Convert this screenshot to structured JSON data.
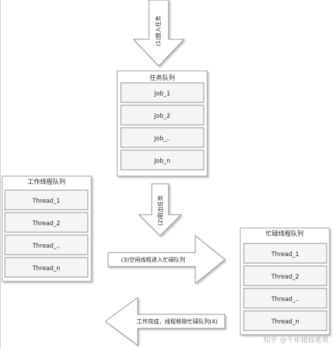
{
  "task_queue": {
    "title": "任务队列",
    "items": [
      "Job_1",
      "Job_2",
      "Job_..",
      "Job_n"
    ]
  },
  "worker_queue": {
    "title": "工作线程队列",
    "items": [
      "Thread_1",
      "Thread_2",
      "Thread_..",
      "Thread_n"
    ]
  },
  "busy_queue": {
    "title": "忙碌线程队列",
    "items": [
      "Thread_1",
      "Thread_2",
      "Thread_..",
      "Thread_n"
    ]
  },
  "arrows": {
    "put_task": "(1)放入任务",
    "take_task": "(2)取出任务",
    "idle_to_busy": "(3)空闲线程进入忙碌队列",
    "done_remove": "工作完成，线程移除忙碌队列(4)"
  },
  "watermark": "知乎 @千年猪程老男",
  "colors": {
    "box_fill": "#ffffff",
    "box_stroke": "#9a9a9a",
    "item_fill": "#f5f5f5",
    "item_stroke": "#8c8c8c",
    "arrow_fill": "#ffffff",
    "arrow_stroke": "#8c8c8c"
  }
}
